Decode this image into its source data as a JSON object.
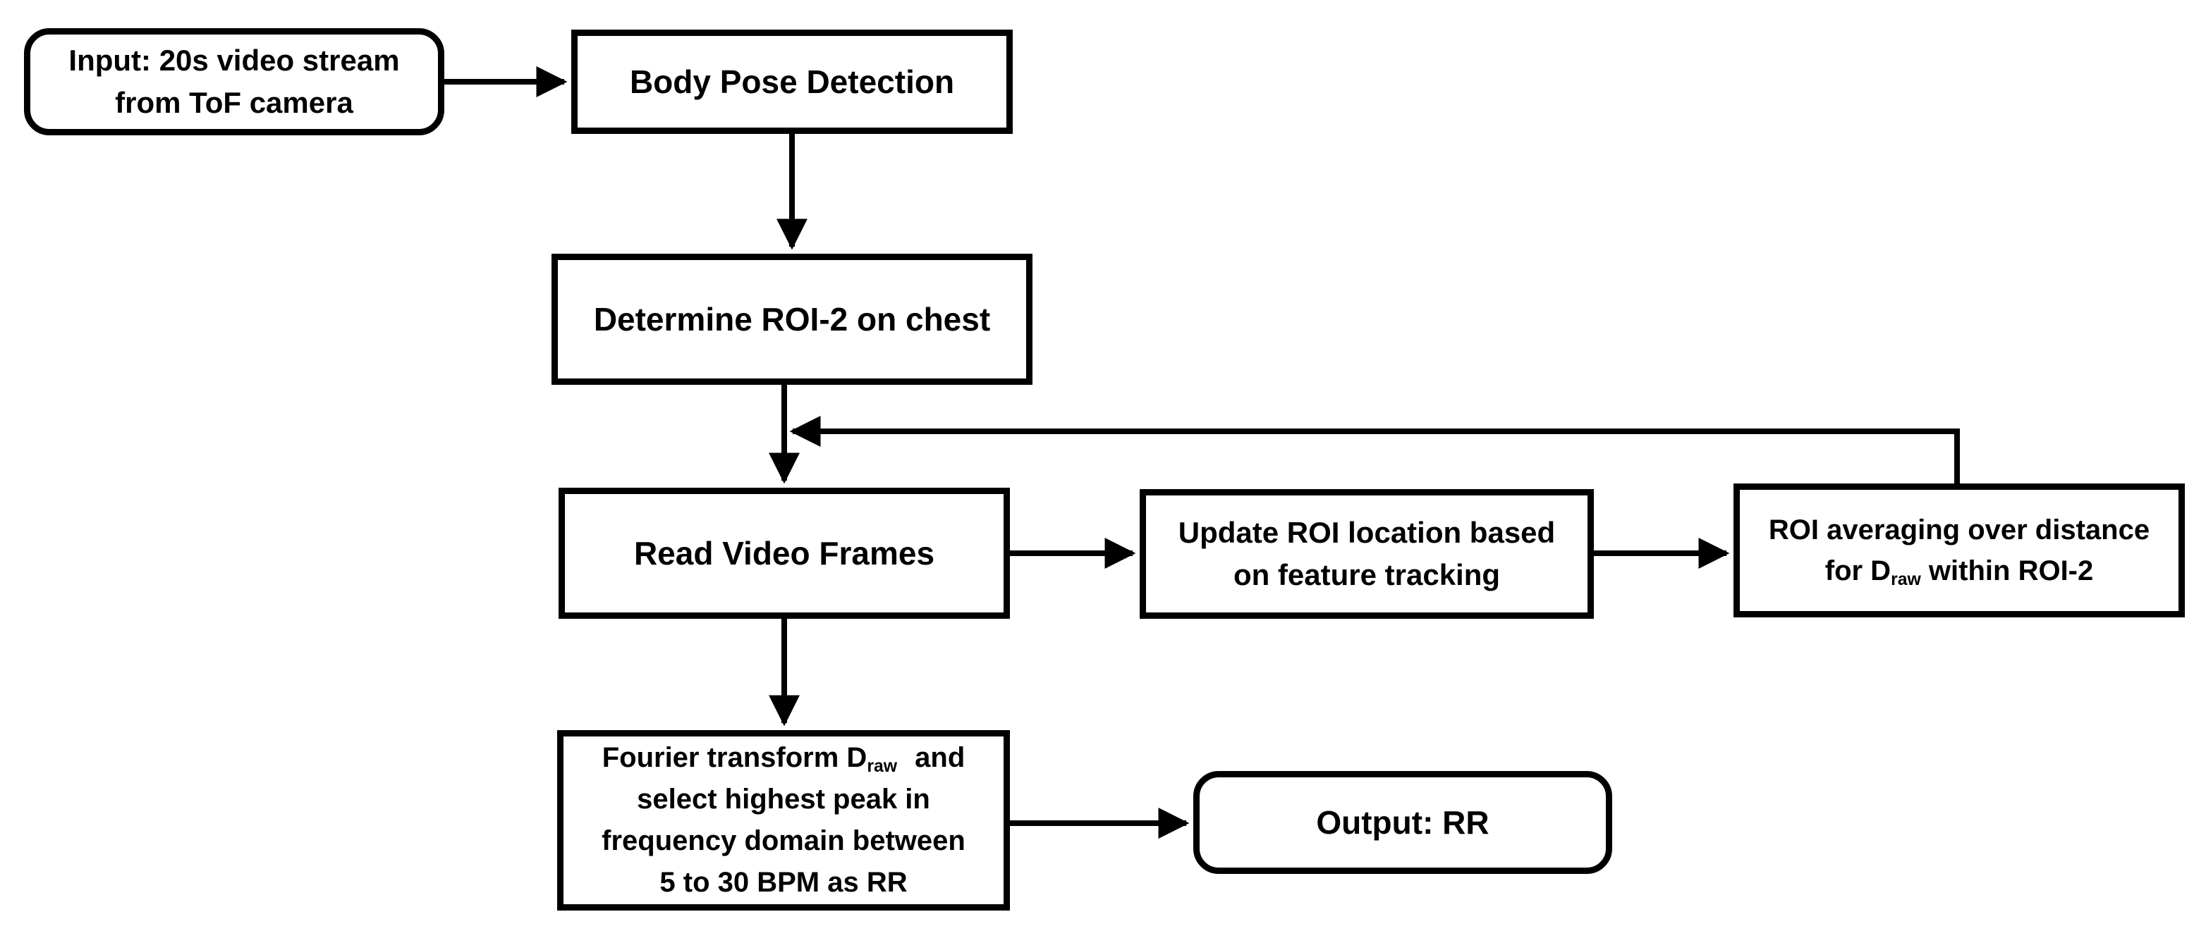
{
  "colors": {
    "background": "#ffffff",
    "box_border": "#000000",
    "box_fill": "#ffffff",
    "text": "#000000",
    "arrow": "#000000"
  },
  "nodes": {
    "input": {
      "shape": "rounded-terminator",
      "line1": "Input: 20s video stream",
      "line2": "from ToF camera"
    },
    "body_pose": {
      "shape": "process-rect",
      "label": "Body Pose Detection"
    },
    "determine_roi2": {
      "shape": "process-rect",
      "label": "Determine ROI-2 on chest"
    },
    "read_frames": {
      "shape": "process-rect",
      "label": "Read Video Frames"
    },
    "update_roi": {
      "shape": "process-rect",
      "line1": "Update ROI location based",
      "line2": "on feature tracking"
    },
    "roi_averaging": {
      "shape": "process-rect",
      "line1": "ROI averaging over distance",
      "line2_pre": "for D",
      "line2_sub": "raw",
      "line2_post": " within ROI-2"
    },
    "fourier": {
      "shape": "process-rect",
      "line1_pre": "Fourier transform D",
      "line1_sub": "raw",
      "line1_post": " and",
      "line2": "select highest peak in",
      "line3": "frequency domain between",
      "line4": "5 to 30 BPM as RR"
    },
    "output": {
      "shape": "rounded-terminator",
      "label": "Output: RR"
    }
  },
  "edges": [
    {
      "from": "input",
      "to": "body_pose"
    },
    {
      "from": "body_pose",
      "to": "determine_roi2"
    },
    {
      "from": "determine_roi2",
      "to": "read_frames"
    },
    {
      "from": "read_frames",
      "to": "update_roi"
    },
    {
      "from": "update_roi",
      "to": "roi_averaging"
    },
    {
      "from": "roi_averaging",
      "to": "read_frames",
      "kind": "feedback-loop"
    },
    {
      "from": "read_frames",
      "to": "fourier"
    },
    {
      "from": "fourier",
      "to": "output"
    }
  ]
}
